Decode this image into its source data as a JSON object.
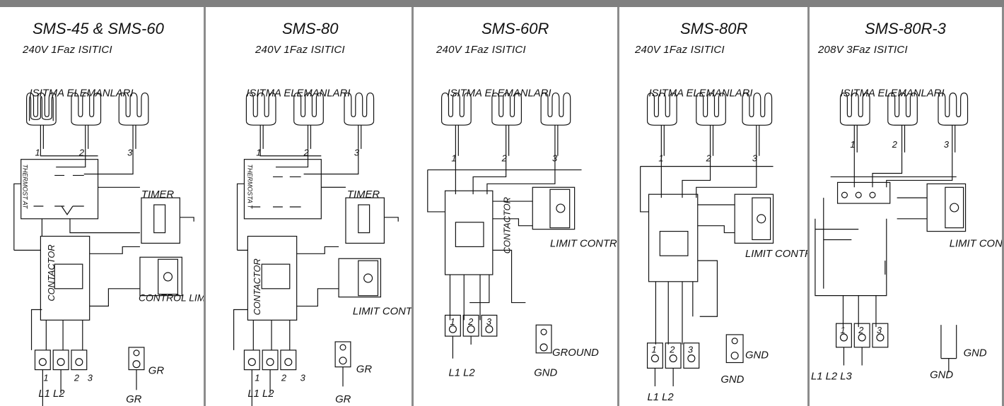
{
  "panels": [
    {
      "title": "SMS-45 & SMS-60",
      "subtitle": "240V 1Faz ISITICI",
      "heater_label": "ISITMA ELEMANLARI",
      "element_numbers": [
        "1",
        "2",
        "3"
      ],
      "thermostat_label": "THERMOST AT",
      "timer_label": "TIMER",
      "contactor_label": "CONTACTOR",
      "limit_label": "CONTROL LIMIT",
      "terminal_labels": [
        "1",
        "2",
        "3"
      ],
      "line_labels": "L1 L2",
      "ground_labels": [
        "GR",
        "GR"
      ]
    },
    {
      "title": "SMS-80",
      "subtitle": "240V 1Faz ISITICI",
      "heater_label": "ISITMA ELEMANLARI",
      "element_numbers": [
        "1",
        "2",
        "3"
      ],
      "thermostat_label": "THERMOSTA T",
      "timer_label": "TIMER",
      "contactor_label": "CONTACTOR",
      "limit_label": "LIMIT CONTROL",
      "terminal_labels": [
        "1",
        "2",
        "3"
      ],
      "line_labels": "L1 L2",
      "ground_labels": [
        "GR",
        "GR"
      ]
    },
    {
      "title": "SMS-60R",
      "subtitle": "240V 1Faz ISITICI",
      "heater_label": "ISITMA ELEMANLARI",
      "element_numbers": [
        "1",
        "2",
        "3"
      ],
      "contactor_label": "CONTACTOR",
      "limit_label": "LIMIT CONTROL",
      "terminal_labels": [
        "1",
        "2",
        "3"
      ],
      "line_labels": "L1 L2",
      "ground_labels": [
        "GROUND",
        "GND"
      ]
    },
    {
      "title": "SMS-80R",
      "subtitle": "240V 1Faz ISITICI",
      "heater_label": "ISITMA ELEMANLARI",
      "element_numbers": [
        "1",
        "2",
        "3"
      ],
      "limit_label": "LIMIT CONTROL",
      "terminal_labels": [
        "1",
        "2",
        "3"
      ],
      "line_labels": "L1 L2",
      "ground_labels": [
        "GND",
        "GND"
      ]
    },
    {
      "title": "SMS-80R-3",
      "subtitle": "208V 3Faz ISITICI",
      "heater_label": "ISITMA ELEMANLARI",
      "element_numbers": [
        "1",
        "2",
        "3"
      ],
      "limit_label": "LIMIT CONTROL",
      "terminal_labels": [
        "1",
        "2",
        "3"
      ],
      "line_labels": "L1 L2 L3",
      "ground_labels": [
        "GND",
        "GND"
      ]
    }
  ],
  "colors": {
    "line": "#111111",
    "divider": "#8c8c8c",
    "header_bar": "#808080"
  }
}
